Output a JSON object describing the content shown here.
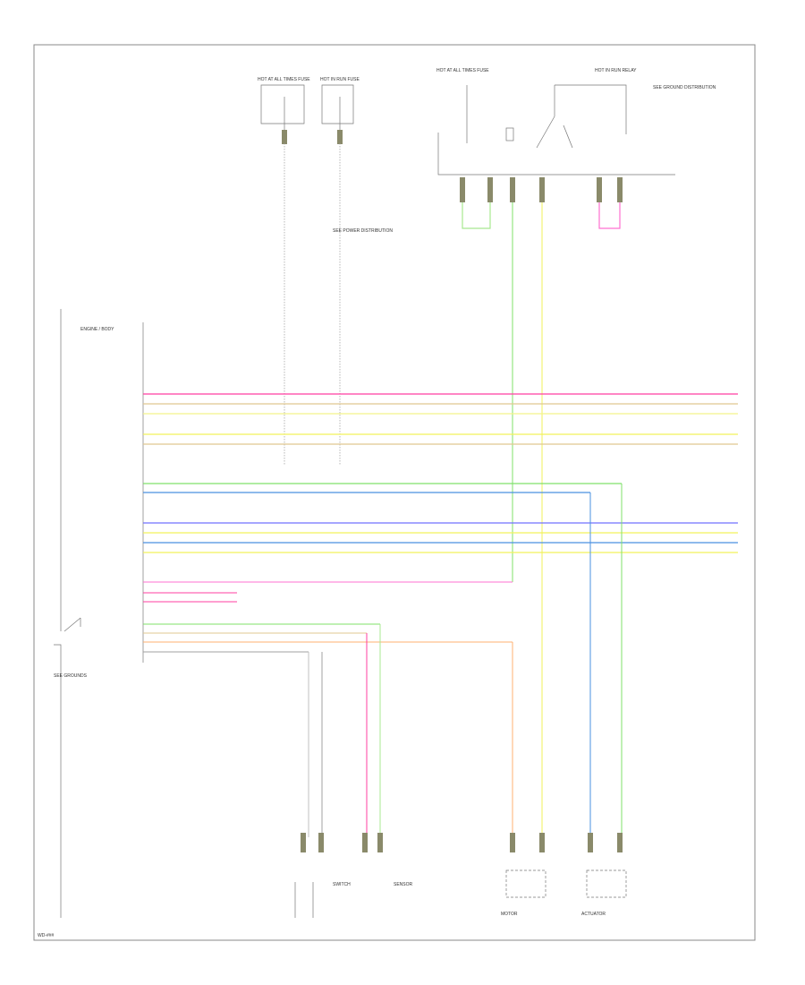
{
  "title": "",
  "colors": {
    "pink": "#ff3fa0",
    "yellow": "#f2f25a",
    "lightyellow": "#f4f48a",
    "tan": "#e0c890",
    "green": "#7fe06a",
    "lightgreen": "#a8e890",
    "blue": "#4a90e0",
    "violet": "#7070ff",
    "orange": "#ffb070",
    "magenta": "#ff70d0",
    "gray": "#a0a0a0"
  },
  "labels": {
    "module_name": "ENGINE / BODY",
    "footer_code": "WD-###",
    "top_left_fuse": "HOT AT ALL TIMES FUSE",
    "top_mid_fuse": "HOT IN RUN FUSE",
    "top_right_fuse_1": "HOT AT ALL TIMES FUSE",
    "top_right_fuse_2": "HOT IN RUN RELAY",
    "note_mid": "SEE POWER DISTRIBUTION",
    "note_right": "SEE GROUND DISTRIBUTION",
    "bottom_switch_1": "SWITCH",
    "bottom_switch_2": "SENSOR",
    "bottom_comp_1": "MOTOR",
    "bottom_comp_2": "ACTUATOR",
    "left_bottom_note": "SEE GROUNDS"
  }
}
